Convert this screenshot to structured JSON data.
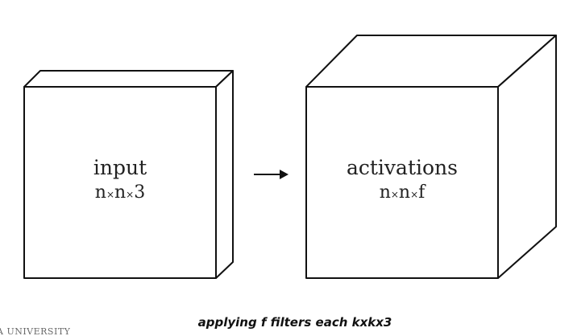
{
  "diagram": {
    "input_cube": {
      "label": "input",
      "dims": [
        "n",
        "n",
        "3"
      ],
      "separator": "×"
    },
    "output_cube": {
      "label": "activations",
      "dims": [
        "n",
        "n",
        "f"
      ],
      "separator": "×"
    },
    "caption": "applying f filters each kxkx3",
    "footer_logo": "A UNIVERSITY",
    "colors": {
      "stroke": "#111111",
      "text": "#222222",
      "background": "#ffffff"
    }
  }
}
